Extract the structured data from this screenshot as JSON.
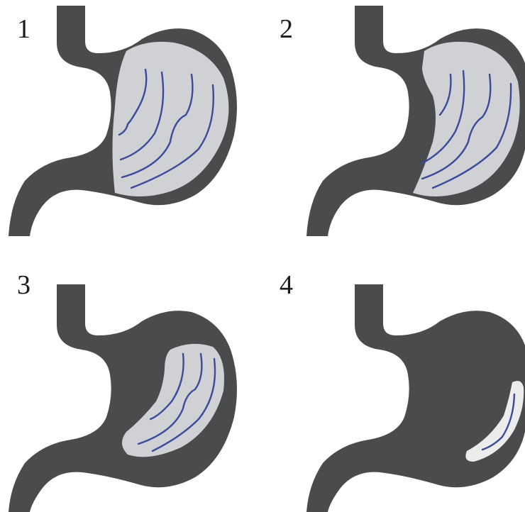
{
  "colors": {
    "stomach": "#4a4b4d",
    "gastric_fill": "#cfd1d5",
    "fill_stage4": "#ececec",
    "rugae": "#3d4a9a",
    "background": "#ffffff"
  },
  "panels": [
    {
      "label": "1",
      "fill_fraction": 1.0
    },
    {
      "label": "2",
      "fill_fraction": 0.85
    },
    {
      "label": "3",
      "fill_fraction": 0.5
    },
    {
      "label": "4",
      "fill_fraction": 0.1
    }
  ]
}
